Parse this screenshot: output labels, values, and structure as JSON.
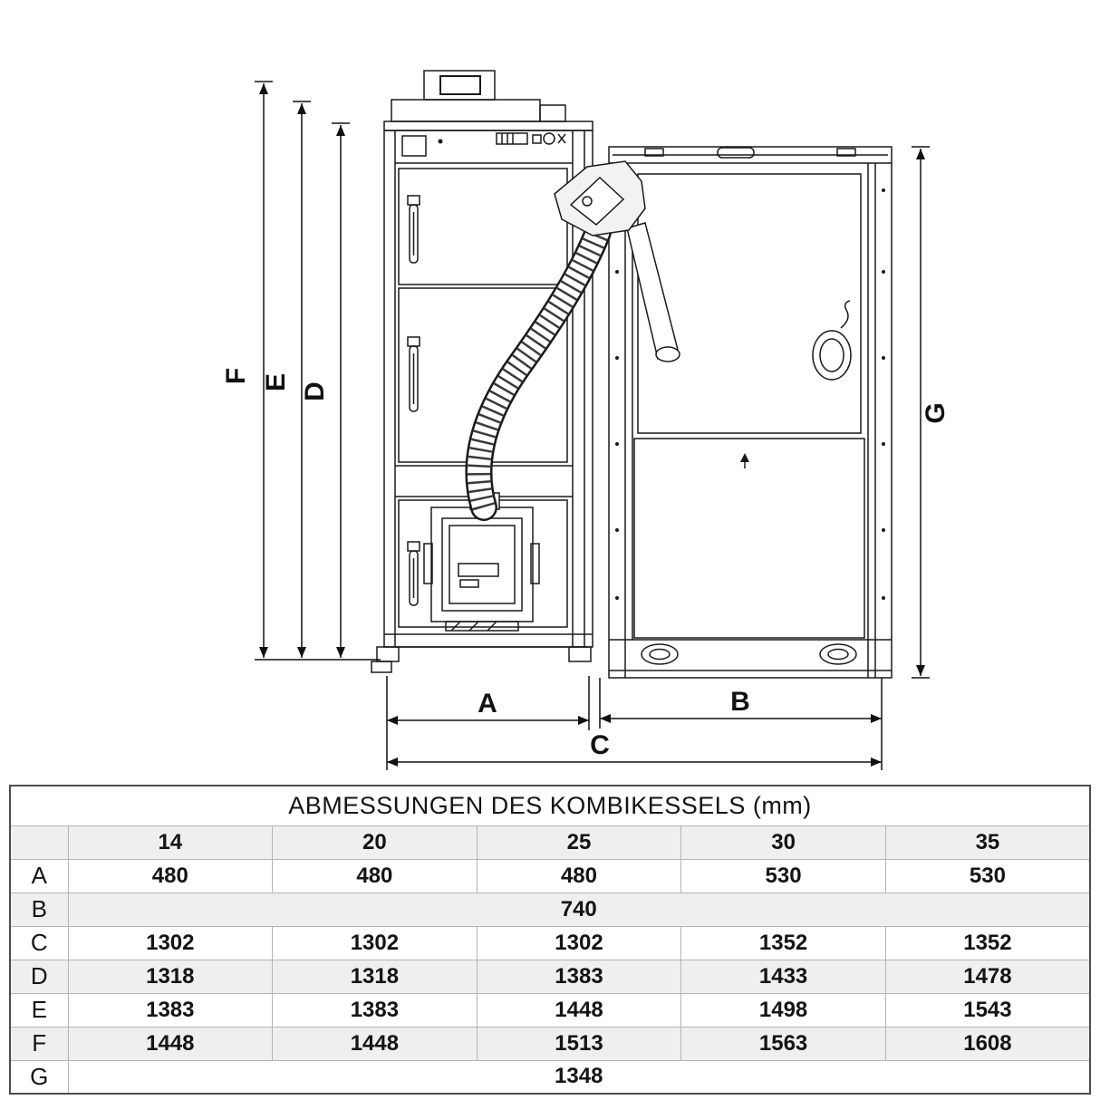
{
  "dims": {
    "A": "A",
    "B": "B",
    "C": "C",
    "D": "D",
    "E": "E",
    "F": "F",
    "G": "G"
  },
  "table": {
    "title": "ABMESSUNGEN DES KOMBIKESSELS  (mm)",
    "col_headers": [
      "14",
      "20",
      "25",
      "30",
      "35"
    ],
    "rows": [
      {
        "label": "A",
        "values": [
          "480",
          "480",
          "480",
          "530",
          "530"
        ]
      },
      {
        "label": "B",
        "span": "740"
      },
      {
        "label": "C",
        "values": [
          "1302",
          "1302",
          "1302",
          "1352",
          "1352"
        ]
      },
      {
        "label": "D",
        "values": [
          "1318",
          "1318",
          "1383",
          "1433",
          "1478"
        ]
      },
      {
        "label": "E",
        "values": [
          "1383",
          "1383",
          "1448",
          "1498",
          "1543"
        ]
      },
      {
        "label": "F",
        "values": [
          "1448",
          "1448",
          "1513",
          "1563",
          "1608"
        ]
      },
      {
        "label": "G",
        "span": "1348"
      }
    ]
  }
}
